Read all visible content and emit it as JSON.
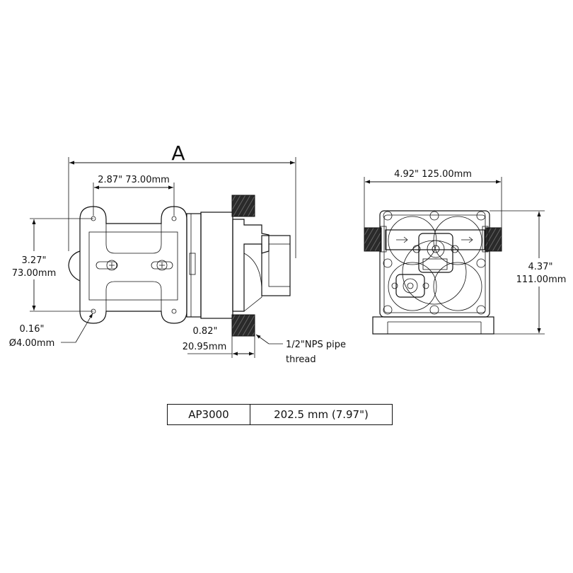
{
  "side_view": {
    "overall_label": "A",
    "hole_spacing_horizontal": "2.87\"  73.00mm",
    "hole_spacing_vertical_in": "3.27\"",
    "hole_spacing_vertical_mm": "73.00mm",
    "hole_diameter_in": "0.16\"",
    "hole_diameter_mm": "Ø4.00mm",
    "port_width_in": "0.82\"",
    "port_width_mm": "20.95mm",
    "thread_note_line1": "1/2\"NPS pipe",
    "thread_note_line2": "thread"
  },
  "front_view": {
    "width": "4.92\"  125.00mm",
    "height_in": "4.37\"",
    "height_mm": "111.00mm"
  },
  "table": {
    "model": "AP3000",
    "length": "202.5 mm (7.97\")"
  }
}
